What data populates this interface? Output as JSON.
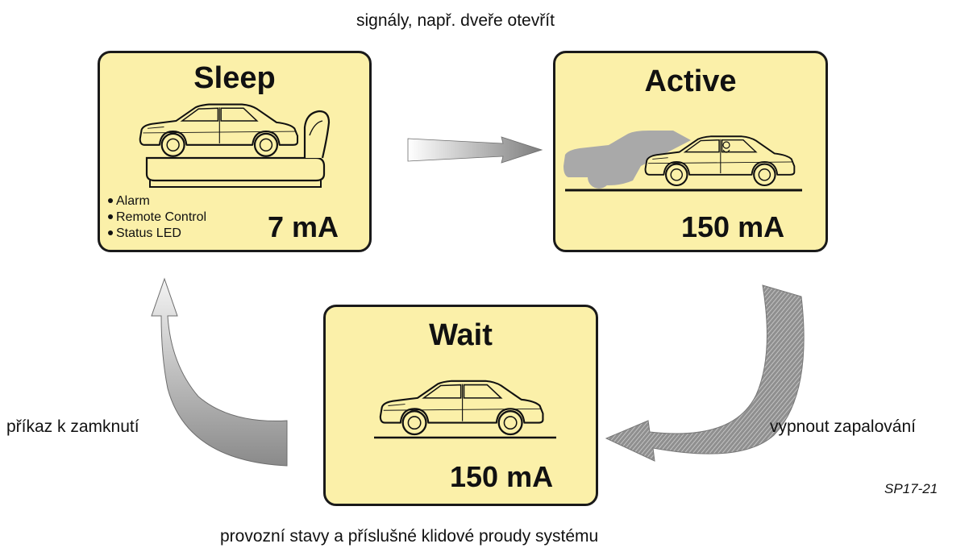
{
  "labels": {
    "top": "signály, např. dveře otevřít",
    "left": "příkaz k zamknutí",
    "right": "vypnout zapalování",
    "bottom": "provozní stavy a příslušné klidové proudy systému",
    "ref": "SP17-21"
  },
  "states": {
    "sleep": {
      "title": "Sleep",
      "current": "7 mA",
      "features": [
        "Alarm",
        "Remote Control",
        "Status LED"
      ]
    },
    "active": {
      "title": "Active",
      "current": "150 mA"
    },
    "wait": {
      "title": "Wait",
      "current": "150 mA"
    }
  },
  "colors": {
    "box_fill": "#fbf0a9",
    "box_border": "#1a1a1a",
    "ghost_car": "#a9a9a9"
  }
}
